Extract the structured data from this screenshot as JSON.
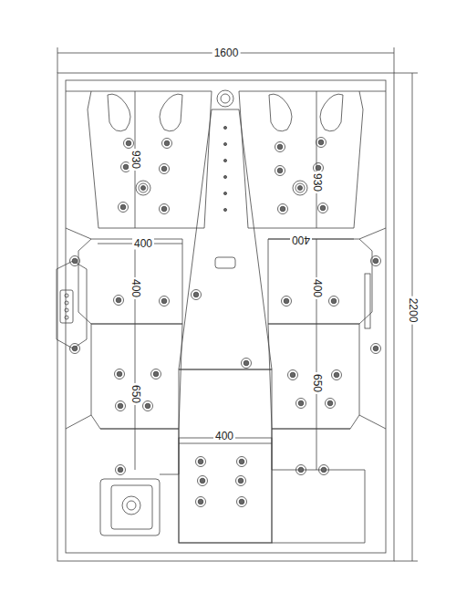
{
  "diagram": {
    "labels": [
      "1600",
      "2200",
      "930",
      "930",
      "400",
      "400",
      "400",
      "400",
      "650",
      "650",
      "400"
    ]
  }
}
